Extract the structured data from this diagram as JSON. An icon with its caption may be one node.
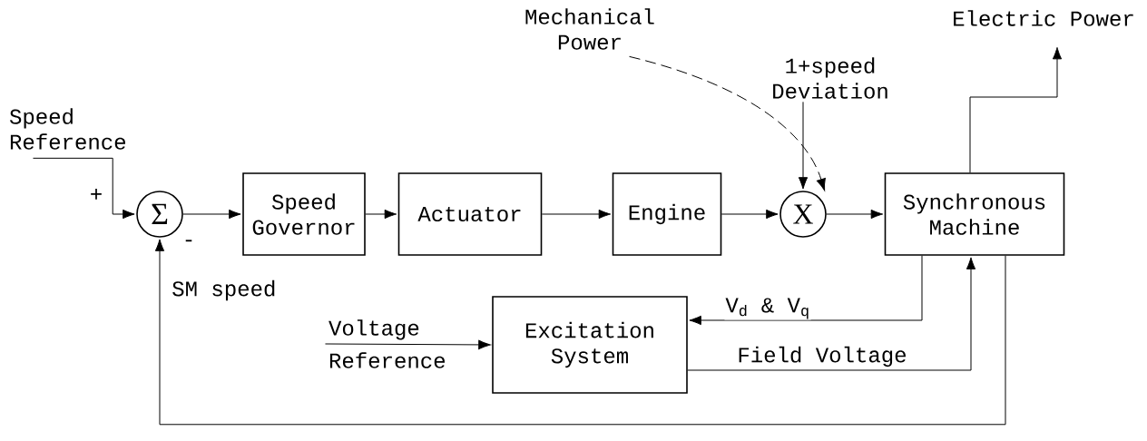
{
  "diagram": {
    "nodes": [
      {
        "text": [
          "Speed Reference"
        ]
      },
      {
        "text": [
          "Σ"
        ]
      },
      {
        "text": [
          "Speed Governor"
        ]
      },
      {
        "text": [
          "Actuator"
        ]
      },
      {
        "text": [
          "Engine"
        ]
      },
      {
        "text": [
          "X"
        ]
      },
      {
        "text": [
          "Mechanical Power"
        ]
      },
      {
        "text": [
          "1+speed Deviation"
        ]
      },
      {
        "text": [
          "Synchronous Machine"
        ]
      },
      {
        "text": [
          "Electric Power"
        ]
      },
      {
        "text": [
          "Voltage Reference"
        ]
      },
      {
        "text": [
          "Excitation System"
        ]
      }
    ],
    "edges": [
      {
        "from": 0,
        "to": 1,
        "arrow": "to"
      },
      {
        "from": 1,
        "to": 2,
        "arrow": "to"
      },
      {
        "from": 2,
        "to": 3,
        "arrow": "to"
      },
      {
        "from": 3,
        "to": 4,
        "arrow": "to"
      },
      {
        "from": 4,
        "to": 5,
        "arrow": "to"
      },
      {
        "from": 5,
        "to": 8,
        "arrow": "to"
      },
      {
        "from": 7,
        "to": 5,
        "arrow": "to"
      },
      {
        "from": 6,
        "to": 5,
        "arrow": "to",
        "style": "dashed"
      },
      {
        "from": 8,
        "to": 9,
        "arrow": "to"
      },
      {
        "from": 8,
        "to": 11,
        "arrow": "to",
        "label": "V$_{d}$ & V$_{q}$"
      },
      {
        "from": 11,
        "to": 8,
        "arrow": "to",
        "label": "Field Voltage"
      },
      {
        "from": 10,
        "to": 11,
        "arrow": "to"
      },
      {
        "from": 8,
        "to": 1,
        "arrow": "to"
      }
    ],
    "labels": [
      "+",
      "-",
      "SM speed"
    ]
  }
}
